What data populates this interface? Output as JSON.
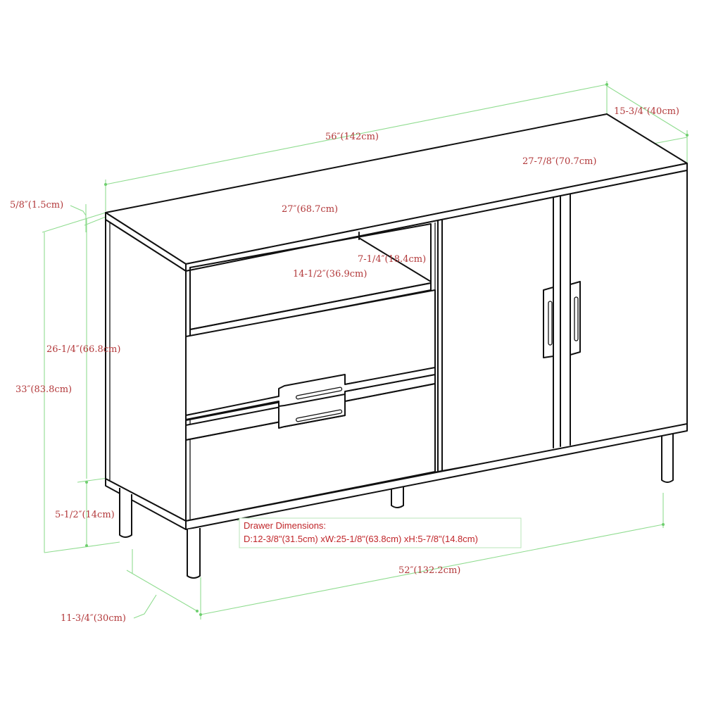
{
  "diagram": {
    "subject": "Sideboard cabinet with two drawers, open shelf and two doors",
    "colors": {
      "line": "#111111",
      "dimension_line": "#8fdc8f",
      "label_text": "#b2383a",
      "note_text": "#c0262a"
    },
    "dimensions": {
      "overall_width": "56″(142cm)",
      "overall_depth": "15-3/4″(40cm)",
      "door_section_width": "27-7/8″(70.7cm)",
      "drawer_section_width": "27″(68.7cm)",
      "top_thickness": "5/8″(1.5cm)",
      "shelf_height": "7-1/4″(18.4cm)",
      "shelf_depth": "14-1/2″(36.9cm)",
      "body_height": "26-1/4″(66.8cm)",
      "overall_height": "33″(83.8cm)",
      "leg_height": "5-1/2″(14cm)",
      "leg_span_width": "52″(132.2cm)",
      "leg_span_depth": "11-3/4″(30cm)"
    },
    "drawer_note": {
      "title": "Drawer Dimensions:",
      "spec": "D:12-3/8\"(31.5cm) xW:25-1/8\"(63.8cm) xH:5-7/8\"(14.8cm)"
    }
  }
}
